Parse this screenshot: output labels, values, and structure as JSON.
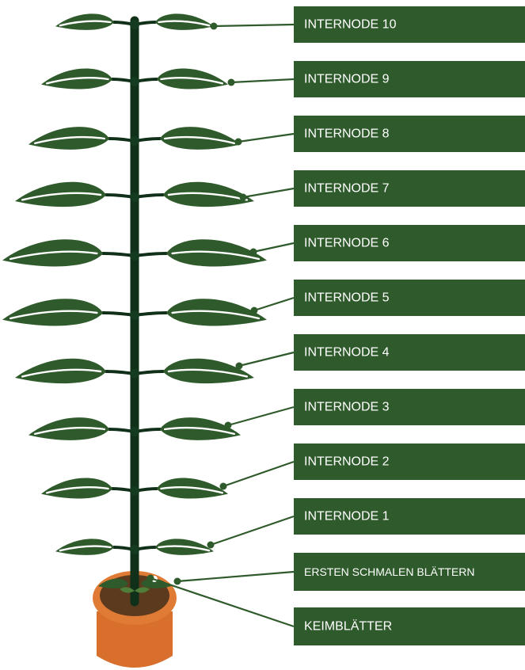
{
  "diagram": {
    "colors": {
      "leaf": "#2f5a2b",
      "stem": "#11301a",
      "label_box": "#2f5a2b",
      "label_text": "#ffffff",
      "pot": "#e07b35",
      "soil": "#5b3a1e"
    },
    "labels": [
      "INTERNODE 10",
      "INTERNODE 9",
      "INTERNODE 8",
      "INTERNODE 7",
      "INTERNODE 6",
      "INTERNODE 5",
      "INTERNODE 4",
      "INTERNODE 3",
      "INTERNODE 2",
      "INTERNODE 1",
      "ERSTEN SCHMALEN BLÄTTERN",
      "KEIMBLÄTTER"
    ]
  }
}
